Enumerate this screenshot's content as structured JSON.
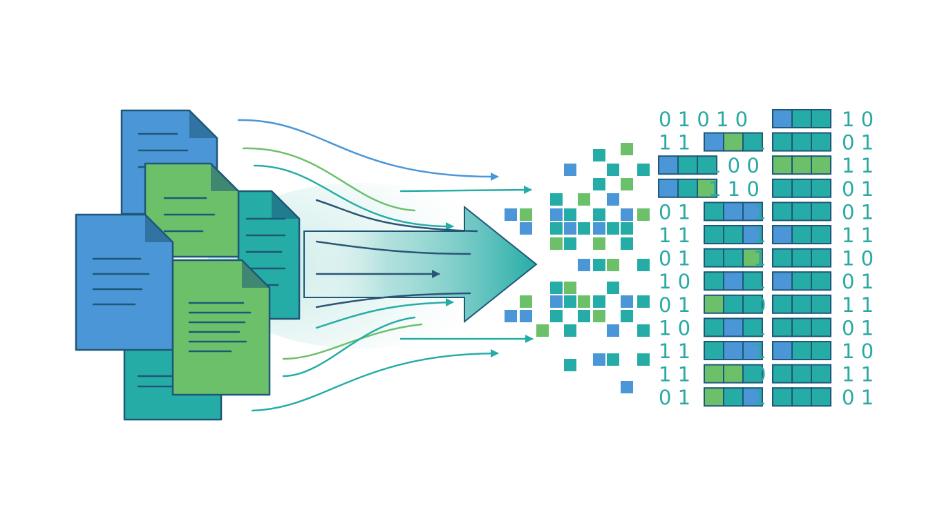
{
  "colors": {
    "blue": "#4a96d6",
    "green": "#6cc06a",
    "teal": "#26aca6",
    "outline": "#1e5778",
    "lines": "#2a5576",
    "digits": "#2aa9a4"
  },
  "binary_rows": [
    {
      "left": "0 1 0 1 0",
      "left_cells": [],
      "mid": "",
      "right_cells": [
        "blue",
        "teal",
        "teal"
      ],
      "right": "1 0"
    },
    {
      "left": "1 1",
      "left_cells": [],
      "mid": "",
      "right_cells": [
        "teal",
        "teal",
        "teal"
      ],
      "right": "0 1"
    },
    {
      "left": "",
      "left_cells": [
        "blue",
        "teal",
        "teal"
      ],
      "mid": "1 0 0",
      "right_cells": [
        "green",
        "green",
        "green"
      ],
      "right": "1 1"
    },
    {
      "left": "",
      "left_cells": [
        "blue",
        "teal",
        "green"
      ],
      "mid": "1 1 0",
      "right_cells": [
        "teal",
        "teal",
        "teal"
      ],
      "right": "0 1"
    },
    {
      "left": "0 1",
      "left_cells": [],
      "mid": "",
      "right_cells": [
        "teal",
        "teal",
        "teal"
      ],
      "right": "0 1"
    },
    {
      "left": "1 1",
      "left_cells": [],
      "mid": "",
      "right_cells": [
        "blue",
        "teal",
        "teal"
      ],
      "right": "1 1"
    },
    {
      "left": "0 1",
      "left_cells": [],
      "mid": "",
      "right_cells": [
        "teal",
        "teal",
        "teal"
      ],
      "right": "1 0"
    },
    {
      "left": "1 0",
      "left_cells": [],
      "mid": "",
      "right_cells": [
        "blue",
        "teal",
        "teal"
      ],
      "right": "0 1"
    },
    {
      "left": "0 1",
      "left_cells": [],
      "mid": "",
      "right_cells": [
        "teal",
        "teal",
        "teal"
      ],
      "right": "1 1"
    },
    {
      "left": "1 0",
      "left_cells": [],
      "mid": "",
      "right_cells": [
        "teal",
        "teal",
        "teal"
      ],
      "right": "0 1"
    },
    {
      "left": "1 1",
      "left_cells": [],
      "mid": "",
      "right_cells": [
        "blue",
        "teal",
        "teal"
      ],
      "right": "1 0"
    },
    {
      "left": "1 1",
      "left_cells": [],
      "mid": "",
      "right_cells": [
        "teal",
        "teal",
        "teal"
      ],
      "right": "1 1"
    },
    {
      "left": "0 1",
      "left_cells": [],
      "mid": "",
      "right_cells": [
        "teal",
        "teal",
        "teal"
      ],
      "right": "0 1"
    }
  ],
  "middle_column": [
    {
      "cells": [],
      "digit": ""
    },
    {
      "cells": [
        "blue",
        "green",
        "teal"
      ],
      "digit": "1"
    },
    {
      "cells": [],
      "digit": ""
    },
    {
      "cells": [],
      "digit": ""
    },
    {
      "cells": [
        "teal",
        "blue",
        "blue"
      ],
      "digit": "1"
    },
    {
      "cells": [
        "teal",
        "teal",
        "blue"
      ],
      "digit": "1"
    },
    {
      "cells": [
        "teal",
        "teal",
        "green"
      ],
      "digit": "1"
    },
    {
      "cells": [
        "teal",
        "blue",
        "teal"
      ],
      "digit": "1"
    },
    {
      "cells": [
        "green",
        "teal",
        "teal"
      ],
      "digit": "0"
    },
    {
      "cells": [
        "teal",
        "blue",
        "teal"
      ],
      "digit": "1"
    },
    {
      "cells": [
        "teal",
        "blue",
        "blue"
      ],
      "digit": "1"
    },
    {
      "cells": [
        "green",
        "green",
        "teal"
      ],
      "digit": "0"
    },
    {
      "cells": [
        "green",
        "teal",
        "blue"
      ],
      "digit": "1"
    }
  ]
}
